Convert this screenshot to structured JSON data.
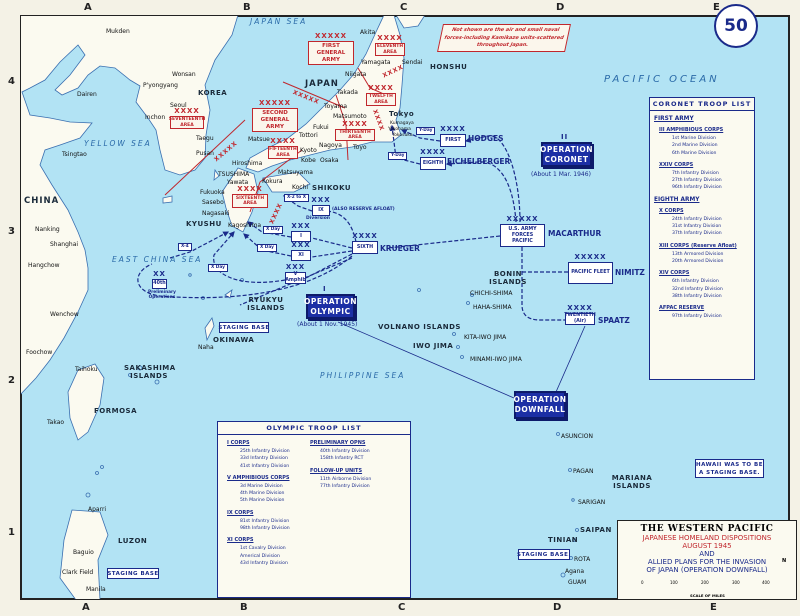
{
  "map_number": "50",
  "grid": {
    "columns": [
      "A",
      "B",
      "C",
      "D",
      "E"
    ],
    "rows": [
      "4",
      "3",
      "2",
      "1"
    ]
  },
  "colors": {
    "sea": "#b2e3f4",
    "land": "#fbfaf0",
    "allied": "#1a2a8a",
    "japanese": "#c0272d",
    "operation_box": "#1c2fa5"
  },
  "note": "Not shown are the air and small naval forces-including Kamikaze units-scattered throughout Japan.",
  "places": {
    "mukden": "Mukden",
    "wonsan": "Wonsan",
    "pyongyang": "P'yongyang",
    "dairen": "Dairen",
    "korea": "KOREA",
    "seoul": "Seoul",
    "inchon": "Inchon",
    "yellow_sea": "YELLOW SEA",
    "tsingtao": "Tsingtao",
    "taegu": "Taegu",
    "pusan": "Pusan",
    "china": "CHINA",
    "nanking": "Nanking",
    "shanghai": "Shanghai",
    "hangchow": "Hangchow",
    "wenchow": "Wenchow",
    "foochow": "Foochow",
    "taihoku": "Taihoku",
    "formosa": "FORMOSA",
    "takao": "Takao",
    "sakashima": "SAKASHIMA ISLANDS",
    "aparri": "Aparri",
    "luzon": "LUZON",
    "baguio": "Baguio",
    "clark_field": "Clark Field",
    "manila": "Manila",
    "east_china_sea": "EAST CHINA SEA",
    "kyushu": "KYUSHU",
    "sasebo": "Sasebo",
    "nagasaki": "Nagasaki",
    "fukuoka": "Fukuoka",
    "tsushima": "TSUSHIMA",
    "yawata": "Yawata",
    "kokura": "Kokura",
    "kagoshima": "Kagoshima",
    "hiroshima": "Hiroshima",
    "matsuyama": "Matsuyama",
    "kochi": "Kochi",
    "shikoku": "SHIKOKU",
    "japan_sea": "JAPAN SEA",
    "akita": "Akita",
    "yamagata": "Yamagata",
    "sendai": "Sendai",
    "honshu": "HONSHU",
    "niigata": "Niigata",
    "japan": "JAPAN",
    "takada": "Takada",
    "toyama": "Toyama",
    "matsumoto": "Matsumoto",
    "fukui": "Fukui",
    "tottori": "Tottori",
    "matsue": "Matsue",
    "kyoto": "Kyoto",
    "nagoya": "Nagoya",
    "toyo": "Toyo",
    "kobe": "Kobe",
    "osaka": "Osaka",
    "tokyo": "Tokyo",
    "kumagaya": "Kumagaya",
    "yokohama": "Yokohama",
    "yokosuka": "Yokosuka",
    "ryukyu": "RYUKYU ISLANDS",
    "okinawa": "OKINAWA",
    "naha": "Naha",
    "pacific_ocean": "PACIFIC OCEAN",
    "bonin": "BONIN ISLANDS",
    "chichi_shima": "CHICHI-SHIMA",
    "haha_shima": "HAHA-SHIMA",
    "volcano": "VOLNANO ISLANDS",
    "kita_iwo": "KITA-IWO JIMA",
    "iwo_jima": "IWO JIMA",
    "minami_iwo": "MINAMI-IWO JIMA",
    "philippine_sea": "PHILIPPINE SEA",
    "asuncion": "ASUNCION",
    "pagan": "PAGAN",
    "mariana": "MARIANA ISLANDS",
    "sarigan": "SARIGAN",
    "saipan": "SAIPAN",
    "tinian": "TINIAN",
    "rota": "ROTA",
    "agana": "Agana",
    "guam": "GUAM"
  },
  "japanese_units": {
    "first_general_army": {
      "echelon": "XXXXX",
      "label": "FIRST GENERAL ARMY"
    },
    "second_general_army": {
      "echelon": "XXXXX",
      "label": "SECOND GENERAL ARMY"
    },
    "eleventh_area": {
      "echelon": "XXXX",
      "label": "ELEVENTH AREA"
    },
    "twelfth_area": {
      "echelon": "XXXX",
      "label": "TWELFTH AREA"
    },
    "thirteenth_area": {
      "echelon": "XXXX",
      "label": "THIRTEENTH AREA"
    },
    "fifteenth_area": {
      "echelon": "XXXX",
      "label": "FIFTEENTH AREA"
    },
    "sixteenth_area": {
      "echelon": "XXXX",
      "label": "SIXTEENTH AREA"
    },
    "seventeenth_area": {
      "echelon": "XXXX",
      "label": "SEVENTEENTH AREA"
    }
  },
  "boundary_marks": {
    "korea_strait": "XXXXX",
    "honshu": "XXXXX",
    "twelfth": "XXXX",
    "thirteenth": "XXXX",
    "kyushu": "XXXX"
  },
  "allied_units": {
    "usafp": {
      "echelon": "XXXXX",
      "label": "U.S. ARMY FORCES PACIFIC",
      "commander": "MACARTHUR"
    },
    "pacific_fleet": {
      "echelon": "XXXXX",
      "label": "PACIFIC FLEET",
      "commander": "NIMITZ"
    },
    "twentieth": {
      "echelon": "XXXX",
      "label": "TWENTIETH (Air)",
      "commander": "SPAATZ"
    },
    "first": {
      "echelon": "XXXX",
      "label": "FIRST",
      "commander": "HODGES"
    },
    "eighth": {
      "echelon": "XXXX",
      "label": "EIGHTH",
      "commander": "EICHELBERGER"
    },
    "sixth": {
      "echelon": "XXXX",
      "label": "SIXTH",
      "commander": "KRUEGER"
    },
    "i_corps": {
      "echelon": "XXX",
      "label": "I"
    },
    "xi_corps": {
      "echelon": "XXX",
      "label": "XI"
    },
    "v_amph": {
      "echelon": "XXX",
      "label": "V Amphib"
    },
    "ix_corps": {
      "echelon": "XXX",
      "label": "IX",
      "note": "(ALSO RESERVE AFLOAT)",
      "sub": "Diversion"
    },
    "xx_40th": {
      "echelon": "XX",
      "label": "40th",
      "sub": "Preliminary Operations"
    }
  },
  "day_tags": {
    "y_day_1": "Y-Day",
    "y_day_2": "Y-Day",
    "x_day_1": "X Day",
    "x_day_2": "X Day",
    "x_day_3": "X Day",
    "x2_to_x": "X-2 to X",
    "x_4": "X-4"
  },
  "operations": {
    "coronet": {
      "numeral": "II",
      "label": "OPERATION CORONET",
      "date": "(About 1 Mar. 1946)"
    },
    "olympic": {
      "numeral": "I",
      "label": "OPERATION OLYMPIC",
      "date": "(About 1 Nov. 1945)"
    },
    "downfall": {
      "label": "OPERATION DOWNFALL"
    }
  },
  "staging": {
    "okinawa": "STAGING BASE",
    "luzon": "STAGING BASE",
    "marianas": "STAGING BASE.",
    "hawaii": "HAWAII WAS TO BE A STAGING BASE."
  },
  "coronet_list": {
    "title": "CORONET TROOP LIST",
    "items": [
      {
        "type": "army",
        "text": "FIRST ARMY"
      },
      {
        "type": "corps",
        "text": "III AMPHIBIOUS CORPS"
      },
      {
        "type": "unit",
        "text": "1st Marine Division"
      },
      {
        "type": "unit",
        "text": "2nd Marine Division"
      },
      {
        "type": "unit",
        "text": "6th Marine Division"
      },
      {
        "type": "corps",
        "text": "XXIV CORPS"
      },
      {
        "type": "unit",
        "text": "7th Infantry Division"
      },
      {
        "type": "unit",
        "text": "27th Infantry Division"
      },
      {
        "type": "unit",
        "text": "96th Infantry Division"
      },
      {
        "type": "army",
        "text": "EIGHTH ARMY"
      },
      {
        "type": "corps",
        "text": "X CORPS"
      },
      {
        "type": "unit",
        "text": "24th Infantry Division"
      },
      {
        "type": "unit",
        "text": "31st Infantry Division"
      },
      {
        "type": "unit",
        "text": "37th Infantry Division"
      },
      {
        "type": "corps",
        "text": "XIII CORPS (Reserve Afloat)"
      },
      {
        "type": "unit",
        "text": "13th Armored Division"
      },
      {
        "type": "unit",
        "text": "20th Armored Division"
      },
      {
        "type": "corps",
        "text": "XIV CORPS"
      },
      {
        "type": "unit",
        "text": "6th Infantry Division"
      },
      {
        "type": "unit",
        "text": "32nd Infantry Division"
      },
      {
        "type": "unit",
        "text": "38th Infantry Division"
      },
      {
        "type": "corps",
        "text": "AFPAC RESERVE"
      },
      {
        "type": "unit",
        "text": "97th Infantry Division"
      }
    ]
  },
  "olympic_list": {
    "title": "OLYMPIC TROOP LIST",
    "left": [
      {
        "type": "corps",
        "text": "I CORPS"
      },
      {
        "type": "unit",
        "text": "25th Infantry Division"
      },
      {
        "type": "unit",
        "text": "33d Infantry Division"
      },
      {
        "type": "unit",
        "text": "41st Infantry Division"
      },
      {
        "type": "corps",
        "text": "V AMPHIBIOUS CORPS"
      },
      {
        "type": "unit",
        "text": "3d Marine Division"
      },
      {
        "type": "unit",
        "text": "4th Marine Division"
      },
      {
        "type": "unit",
        "text": "5th Marine Division"
      },
      {
        "type": "corps",
        "text": "IX CORPS"
      },
      {
        "type": "unit",
        "text": "81st Infantry Division"
      },
      {
        "type": "unit",
        "text": "98th Infantry Division"
      },
      {
        "type": "corps",
        "text": "XI CORPS"
      },
      {
        "type": "unit",
        "text": "1st Cavalry Division"
      },
      {
        "type": "unit",
        "text": "Americal Division"
      },
      {
        "type": "unit",
        "text": "43d Infantry Division"
      }
    ],
    "right": [
      {
        "type": "corps",
        "text": "PRELIMINARY OPNS"
      },
      {
        "type": "unit",
        "text": "40th Infantry Division"
      },
      {
        "type": "unit",
        "text": "158th Infantry RCT"
      },
      {
        "type": "corps",
        "text": "FOLLOW-UP UNITS"
      },
      {
        "type": "unit",
        "text": "11th Airborne Division"
      },
      {
        "type": "unit",
        "text": "77th Infantry Division"
      }
    ]
  },
  "title_block": {
    "title": "THE WESTERN PACIFIC",
    "line1": "JAPANESE HOMELAND DISPOSITIONS",
    "line2": "AUGUST 1945",
    "line3": "AND",
    "line4": "ALLIED PLANS FOR THE INVASION",
    "line5": "OF JAPAN (OPERATION DOWNFALL)",
    "scale_ticks": [
      "0",
      "100",
      "200",
      "300",
      "400"
    ],
    "scale_label": "SCALE OF MILES",
    "north": "N"
  }
}
